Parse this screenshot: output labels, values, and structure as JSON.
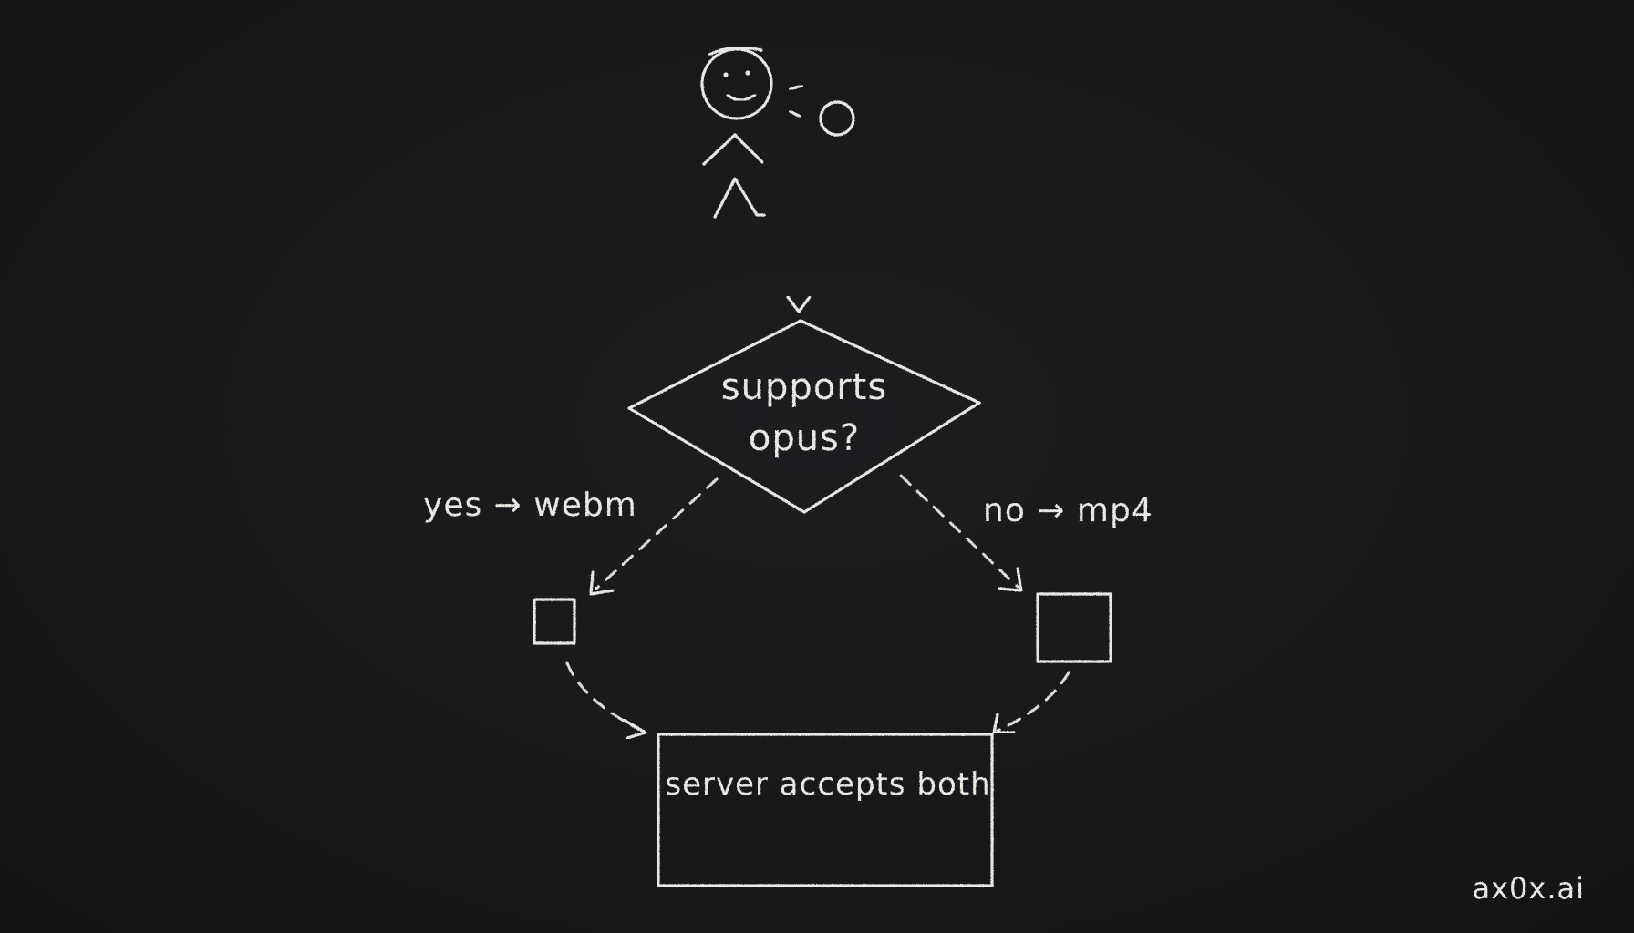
{
  "diagram": {
    "decision": {
      "line1": "supports",
      "line2": "opus?"
    },
    "branch_yes": {
      "label": "yes → webm"
    },
    "branch_no": {
      "label": "no → mp4"
    },
    "result": {
      "label": "server accepts both"
    },
    "icons": {
      "person": "stick-figure-icon",
      "microphone": "microphone-icon"
    },
    "colors": {
      "background": "#18181a",
      "chalk": "#e6e6e2"
    }
  },
  "watermark": {
    "text": "ax0x.ai"
  }
}
